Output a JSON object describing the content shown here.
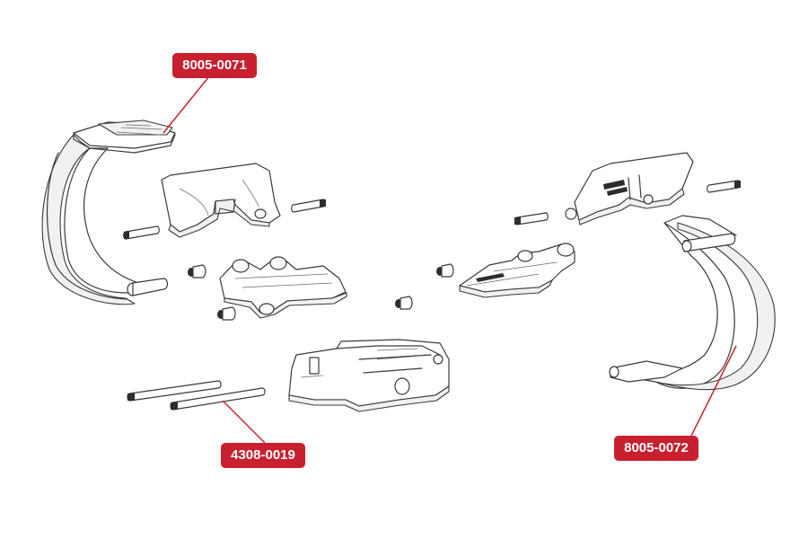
{
  "diagram": {
    "accent_color": "#c8202f",
    "line_color": "#3a3a3a",
    "labels": [
      {
        "id": "strap-left",
        "text": "8005-0071"
      },
      {
        "id": "pins",
        "text": "4308-0019"
      },
      {
        "id": "strap-right",
        "text": "8005-0072"
      }
    ]
  }
}
